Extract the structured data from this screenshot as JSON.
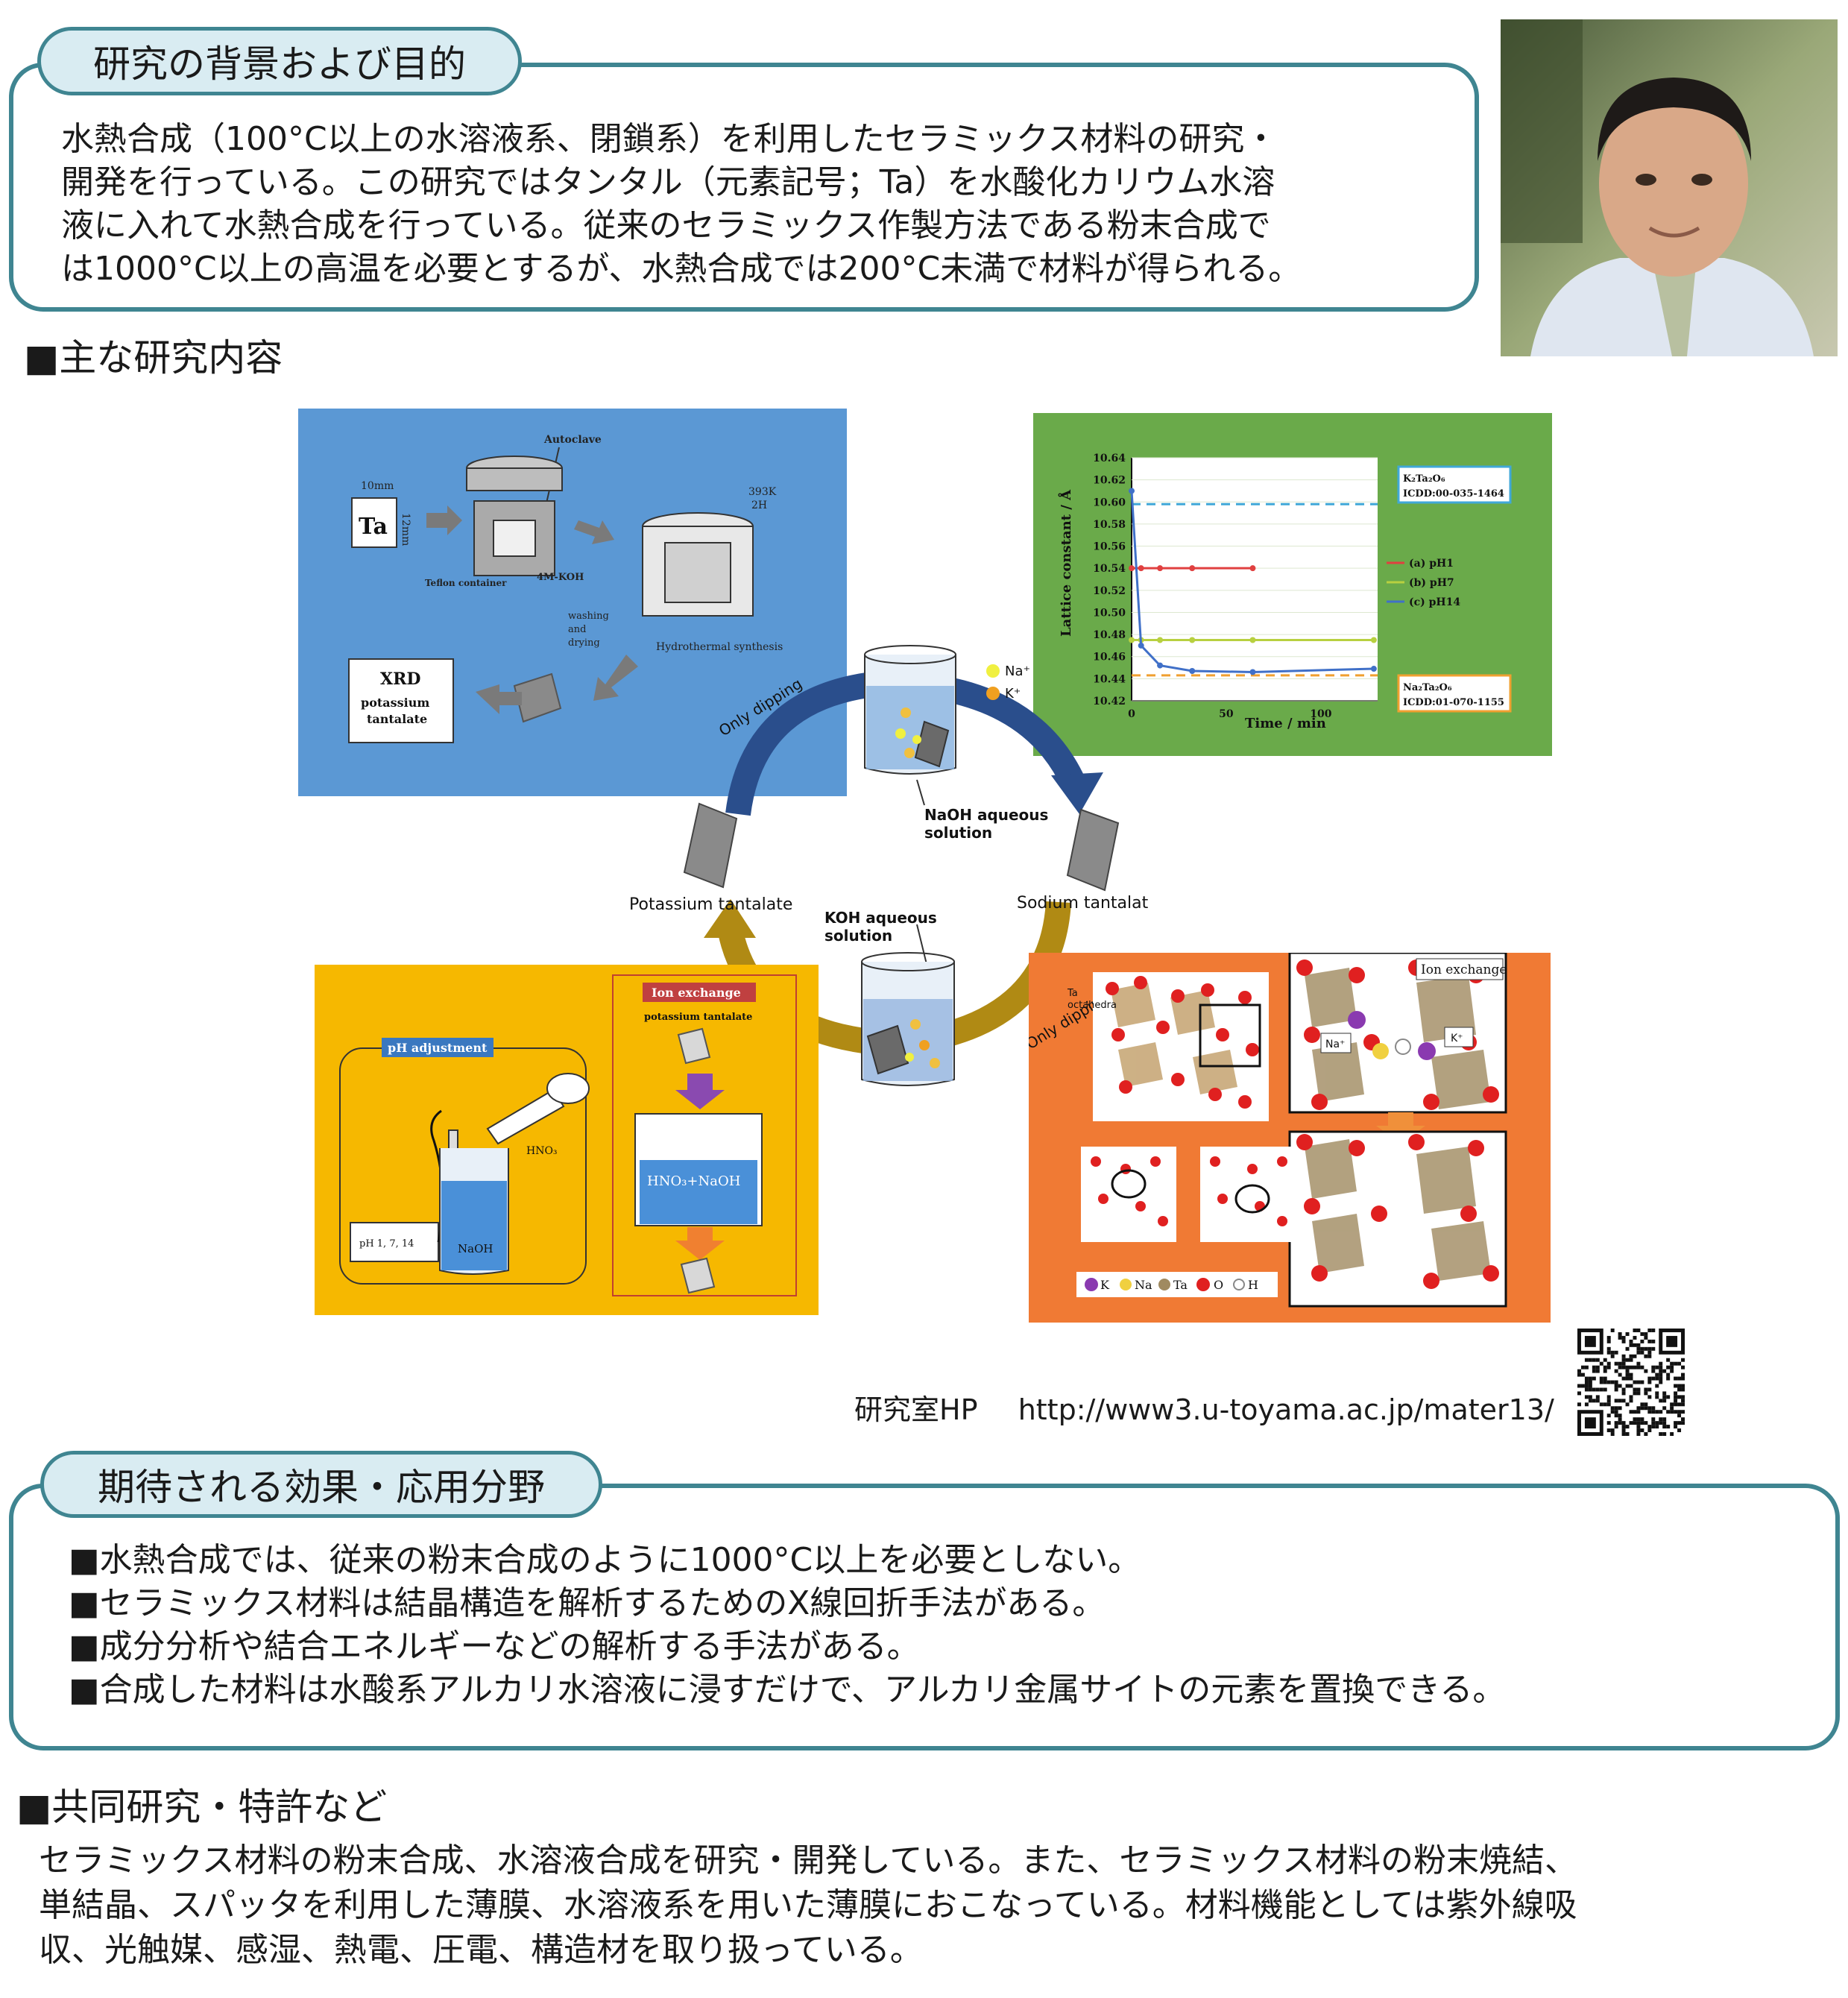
{
  "background_section": {
    "title": "研究の背景および目的",
    "lines": [
      "水熱合成（100°C以上の水溶液系、閉鎖系）を利用したセラミックス材料の研究・",
      "開発を行っている。この研究ではタンタル（元素記号；Ta）を水酸化カリウム水溶",
      "液に入れて水熱合成を行っている。従来のセラミックス作製方法である粉末合成で",
      "は1000°C以上の高温を必要とするが、水熱合成では200°C未満で材料が得られる。"
    ]
  },
  "main_research": {
    "heading": "■主な研究内容"
  },
  "figure": {
    "blue_panel": {
      "autoclave": "Autoclave",
      "ta": "Ta",
      "dim_top": "10mm",
      "dim_side": "12mm",
      "teflon": "Teflon container",
      "koh": "4M-KOH",
      "temp": "393K",
      "time": "2H",
      "hydro": "Hydrothermal synthesis",
      "washing": "washing",
      "and": "and",
      "drying": "drying",
      "xrd": "XRD",
      "potassium": "potassium",
      "tantalate": "tantalate"
    },
    "cycle": {
      "only_dipping_1": "Only dipping",
      "only_dipping_2": "Only dipping",
      "na": "Na⁺",
      "k": "K⁺",
      "naoh": "NaOH aqueous",
      "naoh2": "solution",
      "koh": "KOH aqueous",
      "koh2": "solution",
      "potassium_tantalate": "Potassium tantalate",
      "sodium_tantalate": "Sodium tantalate"
    },
    "yellow_panel": {
      "ph_adjustment": "pH adjustment",
      "ion_exchange": "Ion exchange",
      "pot_tant": "potassium tantalate",
      "hno3": "HNO₃",
      "naoh": "NaOH",
      "ph_values": "pH 1, 7, 14",
      "hno3_naoh": "HNO₃+NaOH"
    },
    "orange_panel": {
      "ion_exchange": "Ion exchange",
      "ta_octa": "Ta",
      "octa": "octahedra",
      "na": "Na⁺",
      "k": "K⁺",
      "legend_k": "K",
      "legend_na": "Na",
      "legend_ta": "Ta",
      "legend_o": "O",
      "legend_h": "H"
    }
  },
  "chart_data": {
    "type": "line",
    "xlabel": "Time / min",
    "ylabel": "Lattice constant / Å",
    "xlim": [
      0,
      130
    ],
    "ylim": [
      10.42,
      10.64
    ],
    "xticks": [
      "0",
      "50",
      "100"
    ],
    "yticks": [
      "10.64",
      "10.62",
      "10.60",
      "10.58",
      "10.56",
      "10.54",
      "10.52",
      "10.50",
      "10.48",
      "10.46",
      "10.44",
      "10.42"
    ],
    "series": [
      {
        "name": "(a) pH1",
        "color": "#e04040",
        "x": [
          0,
          5,
          15,
          32,
          64
        ],
        "y": [
          10.54,
          10.54,
          10.54,
          10.54,
          10.54
        ]
      },
      {
        "name": "(b) pH7",
        "color": "#b8d040",
        "x": [
          0,
          5,
          15,
          32,
          64,
          128
        ],
        "y": [
          10.475,
          10.475,
          10.475,
          10.475,
          10.475,
          10.475
        ]
      },
      {
        "name": "(c) pH14",
        "color": "#4070c8",
        "x": [
          0,
          5,
          15,
          32,
          64,
          128
        ],
        "y": [
          10.61,
          10.47,
          10.452,
          10.447,
          10.446,
          10.449
        ]
      }
    ],
    "ref_top": {
      "label1": "K₂Ta₂O₆",
      "label2": "ICDD:00-035-1464",
      "y": 10.598,
      "color": "#40a8d8"
    },
    "ref_bottom": {
      "label1": "Na₂Ta₂O₆",
      "label2": "ICDD:01-070-1155",
      "y": 10.443,
      "color": "#f0a030"
    }
  },
  "hp": {
    "label": "研究室HP",
    "url": "http://www3.u-toyama.ac.jp/mater13/"
  },
  "expected_section": {
    "title": "期待される効果・応用分野",
    "bullets": [
      "■水熱合成では、従来の粉末合成のように1000°C以上を必要としない。",
      "■セラミックス材料は結晶構造を解析するためのX線回折手法がある。",
      "■成分分析や結合エネルギーなどの解析する手法がある。",
      "■合成した材料は水酸系アルカリ水溶液に浸すだけで、アルカリ金属サイトの元素を置換できる。"
    ]
  },
  "collab": {
    "heading": "■共同研究・特許など",
    "lines": [
      "セラミックス材料の粉末合成、水溶液合成を研究・開発している。また、セラミックス材料の粉末焼結、",
      "単結晶、スパッタを利用した薄膜、水溶液系を用いた薄膜におこなっている。材料機能としては紫外線吸",
      "収、光触媒、感湿、熱電、圧電、構造材を取り扱っている。"
    ]
  }
}
